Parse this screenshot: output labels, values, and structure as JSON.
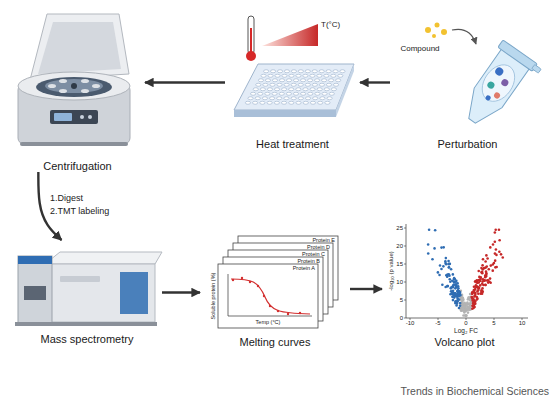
{
  "diagram": {
    "nodes": [
      {
        "text": [
          "Centrifugation"
        ]
      },
      {
        "text": [
          "Heat treatment"
        ]
      },
      {
        "text": [
          "Perturbation"
        ]
      },
      {
        "text": [
          "Mass spectrometry"
        ]
      },
      {
        "text": [
          "Melting curves"
        ]
      },
      {
        "text": [
          "Volcano plot"
        ]
      }
    ],
    "edges": [
      {
        "from": 2,
        "to": 1,
        "arrow": "to"
      },
      {
        "from": 1,
        "to": 0,
        "arrow": "to"
      },
      {
        "from": 0,
        "to": 3,
        "arrow": "to"
      },
      {
        "from": 3,
        "to": 4,
        "arrow": "to"
      },
      {
        "from": 4,
        "to": 5,
        "arrow": "to"
      }
    ],
    "labels": [
      "Compound",
      "T(°C)",
      "1.Digest",
      "2.TMT labeling",
      "Protein E",
      "Protein D",
      "Protein C",
      "Protein B",
      "Protein A",
      "Soluble protein (%)",
      "Temp (°C)",
      "25",
      "20",
      "15",
      "10",
      "5",
      "0",
      "-log₁₀ (p value)",
      "-10",
      "-5",
      "0",
      "5",
      "10",
      "Log₂ FC",
      "Trends in Biochemical Sciences"
    ]
  }
}
